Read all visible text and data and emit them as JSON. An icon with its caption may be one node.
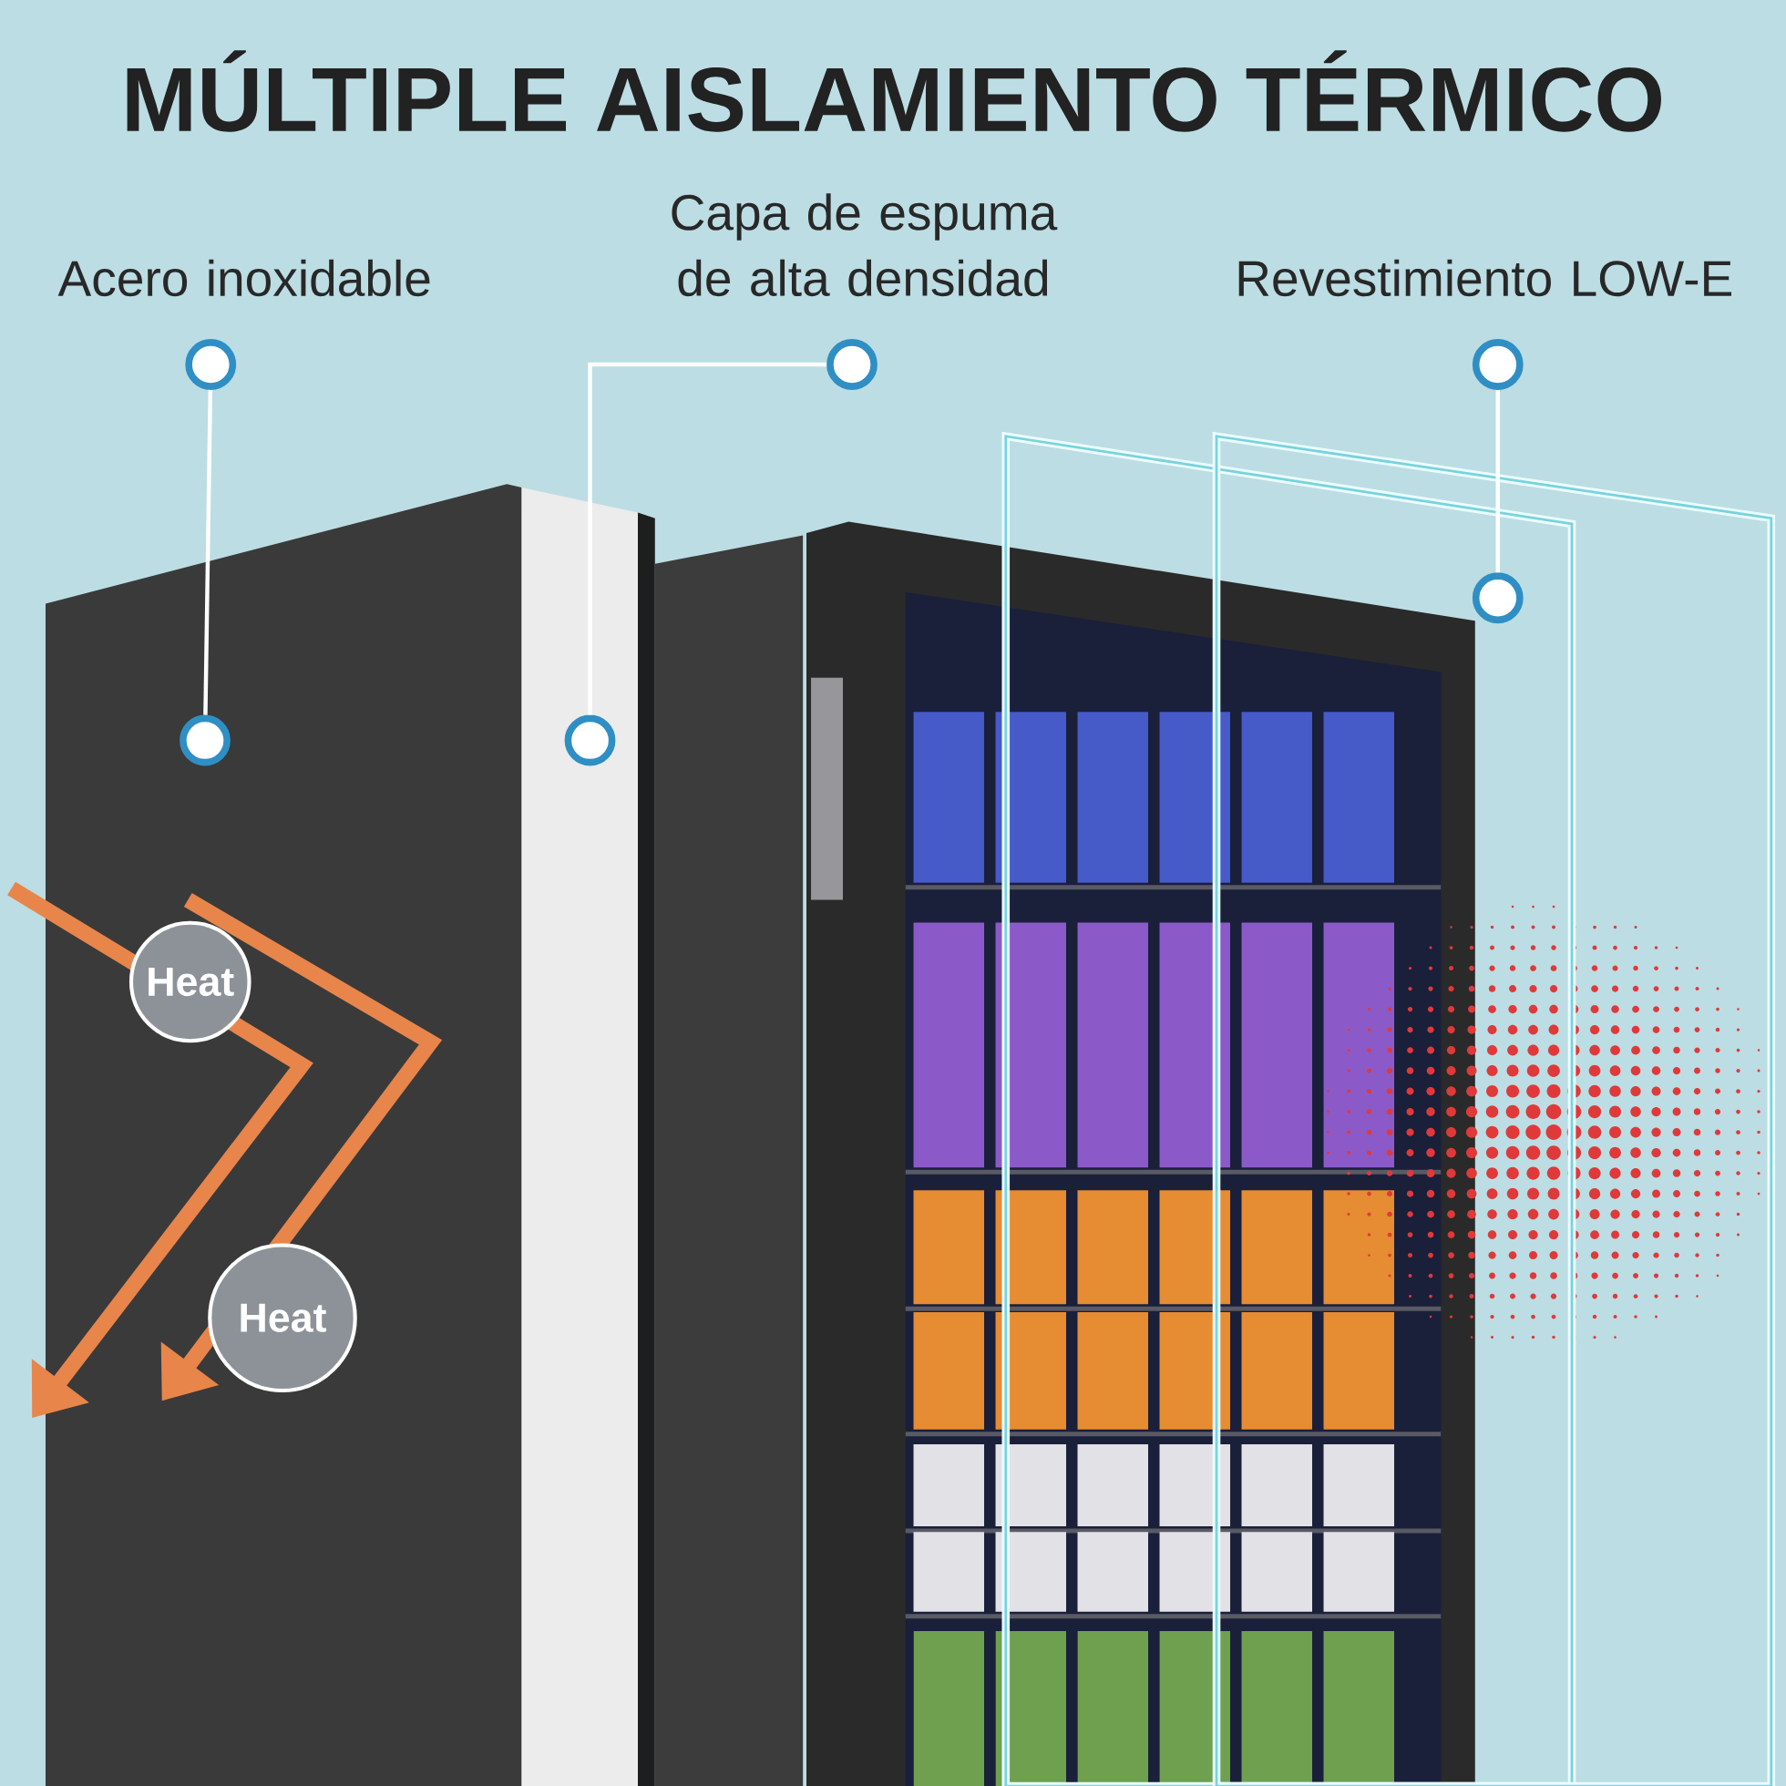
{
  "diagram": {
    "title": "MÚLTIPLE AISLAMIENTO TÉRMICO",
    "nodes": [
      {
        "text": [
          "Acero inoxidable"
        ]
      },
      {
        "text": [
          "Capa de espuma de alta densidad"
        ]
      },
      {
        "text": [
          "Revestimiento LOW-E"
        ]
      },
      {
        "text": [],
        "shape": "circle"
      },
      {
        "text": [],
        "shape": "circle"
      },
      {
        "text": [],
        "shape": "circle"
      },
      {
        "text": [],
        "shape": "circle"
      },
      {
        "text": [],
        "shape": "circle"
      },
      {
        "text": [],
        "shape": "circle"
      },
      {
        "text": [
          "Heat"
        ]
      },
      {
        "text": [
          "Heat"
        ]
      }
    ],
    "edges": [
      {
        "from": 3,
        "to": 6,
        "arrow": "none"
      },
      {
        "from": 4,
        "to": 7,
        "arrow": "none"
      },
      {
        "from": 5,
        "to": 8,
        "arrow": "none"
      }
    ]
  }
}
